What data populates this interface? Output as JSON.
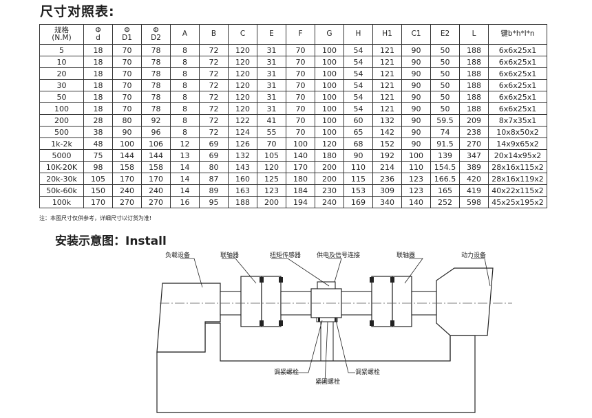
{
  "title": "尺寸对照表:",
  "table": {
    "headers": [
      [
        "规格",
        "(N.M)"
      ],
      [
        "Φ",
        "d"
      ],
      [
        "Φ",
        "D1"
      ],
      [
        "Φ",
        "D2"
      ],
      [
        "A"
      ],
      [
        "B"
      ],
      [
        "C"
      ],
      [
        "E"
      ],
      [
        "F"
      ],
      [
        "G"
      ],
      [
        "H"
      ],
      [
        "H1"
      ],
      [
        "C1"
      ],
      [
        "E2"
      ],
      [
        "L"
      ],
      [
        "键b*h*l*n"
      ]
    ],
    "rows": [
      [
        "5",
        "18",
        "70",
        "78",
        "8",
        "72",
        "120",
        "31",
        "70",
        "100",
        "54",
        "121",
        "90",
        "50",
        "188",
        "6x6x25x1"
      ],
      [
        "10",
        "18",
        "70",
        "78",
        "8",
        "72",
        "120",
        "31",
        "70",
        "100",
        "54",
        "121",
        "90",
        "50",
        "188",
        "6x6x25x1"
      ],
      [
        "20",
        "18",
        "70",
        "78",
        "8",
        "72",
        "120",
        "31",
        "70",
        "100",
        "54",
        "121",
        "90",
        "50",
        "188",
        "6x6x25x1"
      ],
      [
        "30",
        "18",
        "70",
        "78",
        "8",
        "72",
        "120",
        "31",
        "70",
        "100",
        "54",
        "121",
        "90",
        "50",
        "188",
        "6x6x25x1"
      ],
      [
        "50",
        "18",
        "70",
        "78",
        "8",
        "72",
        "120",
        "31",
        "70",
        "100",
        "54",
        "121",
        "90",
        "50",
        "188",
        "6x6x25x1"
      ],
      [
        "100",
        "18",
        "70",
        "78",
        "8",
        "72",
        "120",
        "31",
        "70",
        "100",
        "54",
        "121",
        "90",
        "50",
        "188",
        "6x6x25x1"
      ],
      [
        "200",
        "28",
        "80",
        "92",
        "8",
        "72",
        "122",
        "41",
        "70",
        "100",
        "60",
        "132",
        "90",
        "59.5",
        "209",
        "8x7x35x1"
      ],
      [
        "500",
        "38",
        "90",
        "96",
        "8",
        "72",
        "124",
        "55",
        "70",
        "100",
        "65",
        "142",
        "90",
        "74",
        "238",
        "10x8x50x2"
      ],
      [
        "1k-2k",
        "48",
        "100",
        "106",
        "12",
        "69",
        "126",
        "70",
        "100",
        "120",
        "68",
        "152",
        "90",
        "91.5",
        "270",
        "14x9x65x2"
      ],
      [
        "5000",
        "75",
        "144",
        "144",
        "13",
        "69",
        "132",
        "105",
        "140",
        "180",
        "90",
        "192",
        "100",
        "139",
        "347",
        "20x14x95x2"
      ],
      [
        "10K-20K",
        "98",
        "158",
        "158",
        "14",
        "80",
        "143",
        "120",
        "170",
        "200",
        "110",
        "214",
        "110",
        "154.5",
        "389",
        "28x16x115x2"
      ],
      [
        "20k-30k",
        "105",
        "170",
        "170",
        "14",
        "87",
        "160",
        "125",
        "180",
        "200",
        "115",
        "236",
        "123",
        "166.5",
        "420",
        "28x16x119x2"
      ],
      [
        "50k-60k",
        "150",
        "240",
        "240",
        "14",
        "89",
        "163",
        "123",
        "184",
        "230",
        "153",
        "309",
        "123",
        "165",
        "419",
        "40x22x115x2"
      ],
      [
        "100k",
        "170",
        "270",
        "270",
        "16",
        "95",
        "188",
        "200",
        "194",
        "240",
        "169",
        "340",
        "140",
        "252",
        "598",
        "45x25x195x2"
      ]
    ]
  },
  "note": "注：本图尺寸仅供参考，详细尺寸以订货为准!",
  "install_title": "安装示意图：Install",
  "diagram": {
    "labels": {
      "load": "负载设备",
      "coupling_left": "联轴器",
      "sensor": "扭矩传感器",
      "power_signal": "供电及信号连接",
      "coupling_right": "联轴器",
      "power_device": "动力设备",
      "adjust_bolt_left": "调紧螺栓",
      "fasten_bolt": "紧固螺栓",
      "adjust_bolt_right": "调紧螺栓"
    }
  }
}
